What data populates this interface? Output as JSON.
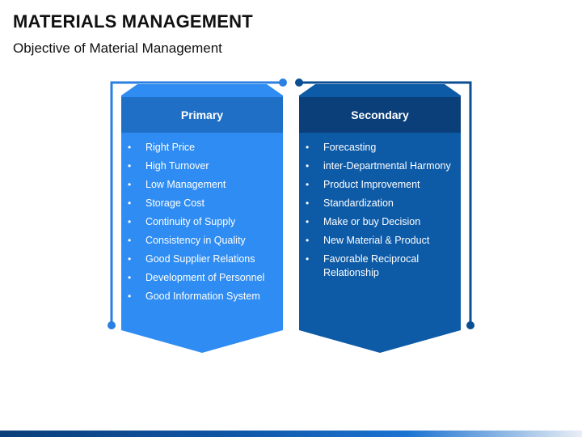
{
  "header": {
    "title": "MATERIALS MANAGEMENT",
    "subtitle": "Objective of Material Management"
  },
  "colors": {
    "primary_light": "#2f8cf2",
    "primary_header": "#1f6fc7",
    "secondary_dark": "#0d5aa7",
    "secondary_header": "#0a3f79",
    "connector_left": "#2a7fe0",
    "connector_right": "#0b4f93"
  },
  "panels": [
    {
      "heading": "Primary",
      "items": [
        "Right Price",
        "High Turnover",
        "Low Management",
        "Storage Cost",
        "Continuity of Supply",
        "Consistency in Quality",
        "Good Supplier Relations",
        "Development of Personnel",
        "Good Information System"
      ]
    },
    {
      "heading": "Secondary",
      "items": [
        "Forecasting",
        "inter-Departmental Harmony",
        "Product Improvement",
        "Standardization",
        "Make or buy Decision",
        "New Material & Product",
        "Favorable Reciprocal Relationship"
      ]
    }
  ],
  "bullet": "•"
}
